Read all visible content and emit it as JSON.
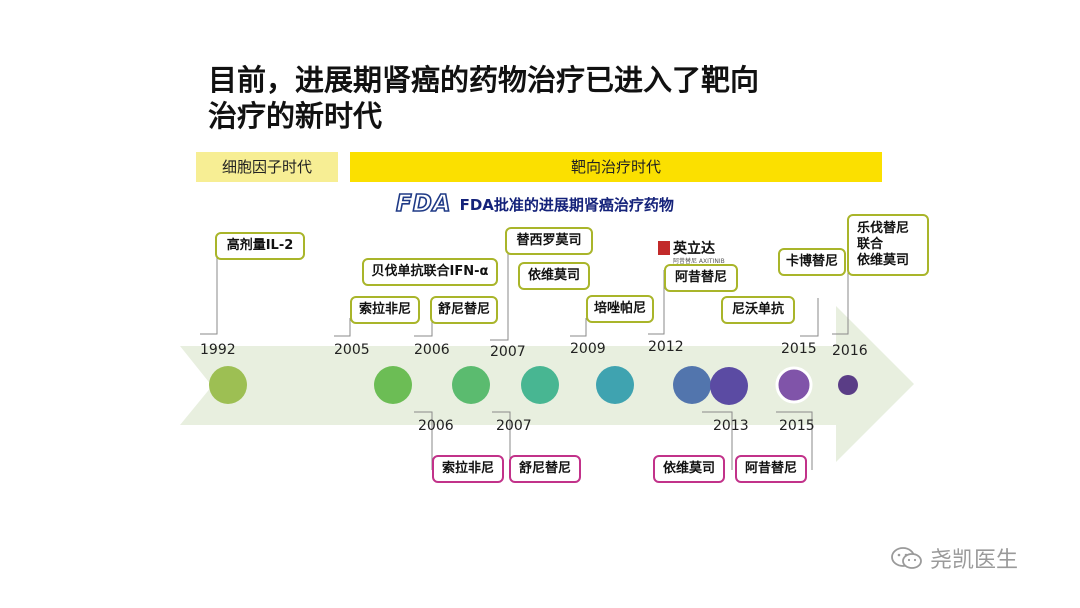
{
  "title_line1": "目前，进展期肾癌的药物治疗已进入了靶向",
  "title_line2": "治疗的新时代",
  "eras": [
    {
      "label": "细胞因子时代"
    },
    {
      "label": "靶向治疗时代"
    }
  ],
  "fda": {
    "logo": "FDA",
    "caption": "FDA批准的进展期肾癌治疗药物"
  },
  "brand": {
    "name": "英立达",
    "sub": "阿昔替尼 AXITINIB"
  },
  "upper": [
    {
      "year": "1992",
      "drugs": [
        "高剂量IL-2"
      ]
    },
    {
      "year": "2005",
      "drugs": [
        "索拉非尼"
      ]
    },
    {
      "year": "2006",
      "drugs": [
        "贝伐单抗联合IFN-α",
        "舒尼替尼"
      ]
    },
    {
      "year": "2007",
      "drugs": [
        "替西罗莫司",
        "依维莫司"
      ]
    },
    {
      "year": "2009",
      "drugs": [
        "培唑帕尼"
      ]
    },
    {
      "year": "2012",
      "drugs": [
        "阿昔替尼"
      ]
    },
    {
      "year": "2015",
      "drugs": [
        "尼沃单抗",
        "卡博替尼"
      ]
    },
    {
      "year": "2016",
      "drugs": [
        "乐伐替尼\n联合\n依维莫司"
      ]
    }
  ],
  "lower": [
    {
      "year": "2006",
      "drugs": [
        "索拉非尼"
      ]
    },
    {
      "year": "2007",
      "drugs": [
        "舒尼替尼"
      ]
    },
    {
      "year": "2013",
      "drugs": [
        "依维莫司"
      ]
    },
    {
      "year": "2015",
      "drugs": [
        "阿昔替尼"
      ]
    }
  ],
  "watermark": "尧凯医生",
  "colors": {
    "upper_border": "#a9b52a",
    "lower_border": "#c2328a",
    "era_light": "#f7ee94",
    "era_dark": "#fbe000",
    "arrow": "#e8efdf",
    "circles": [
      "#9dbf53",
      "#6cbd55",
      "#5bbb6f",
      "#48b692",
      "#3fa3b0",
      "#5275ad",
      "#5b4ba3",
      "#8054a9",
      "#5a3d86"
    ]
  }
}
